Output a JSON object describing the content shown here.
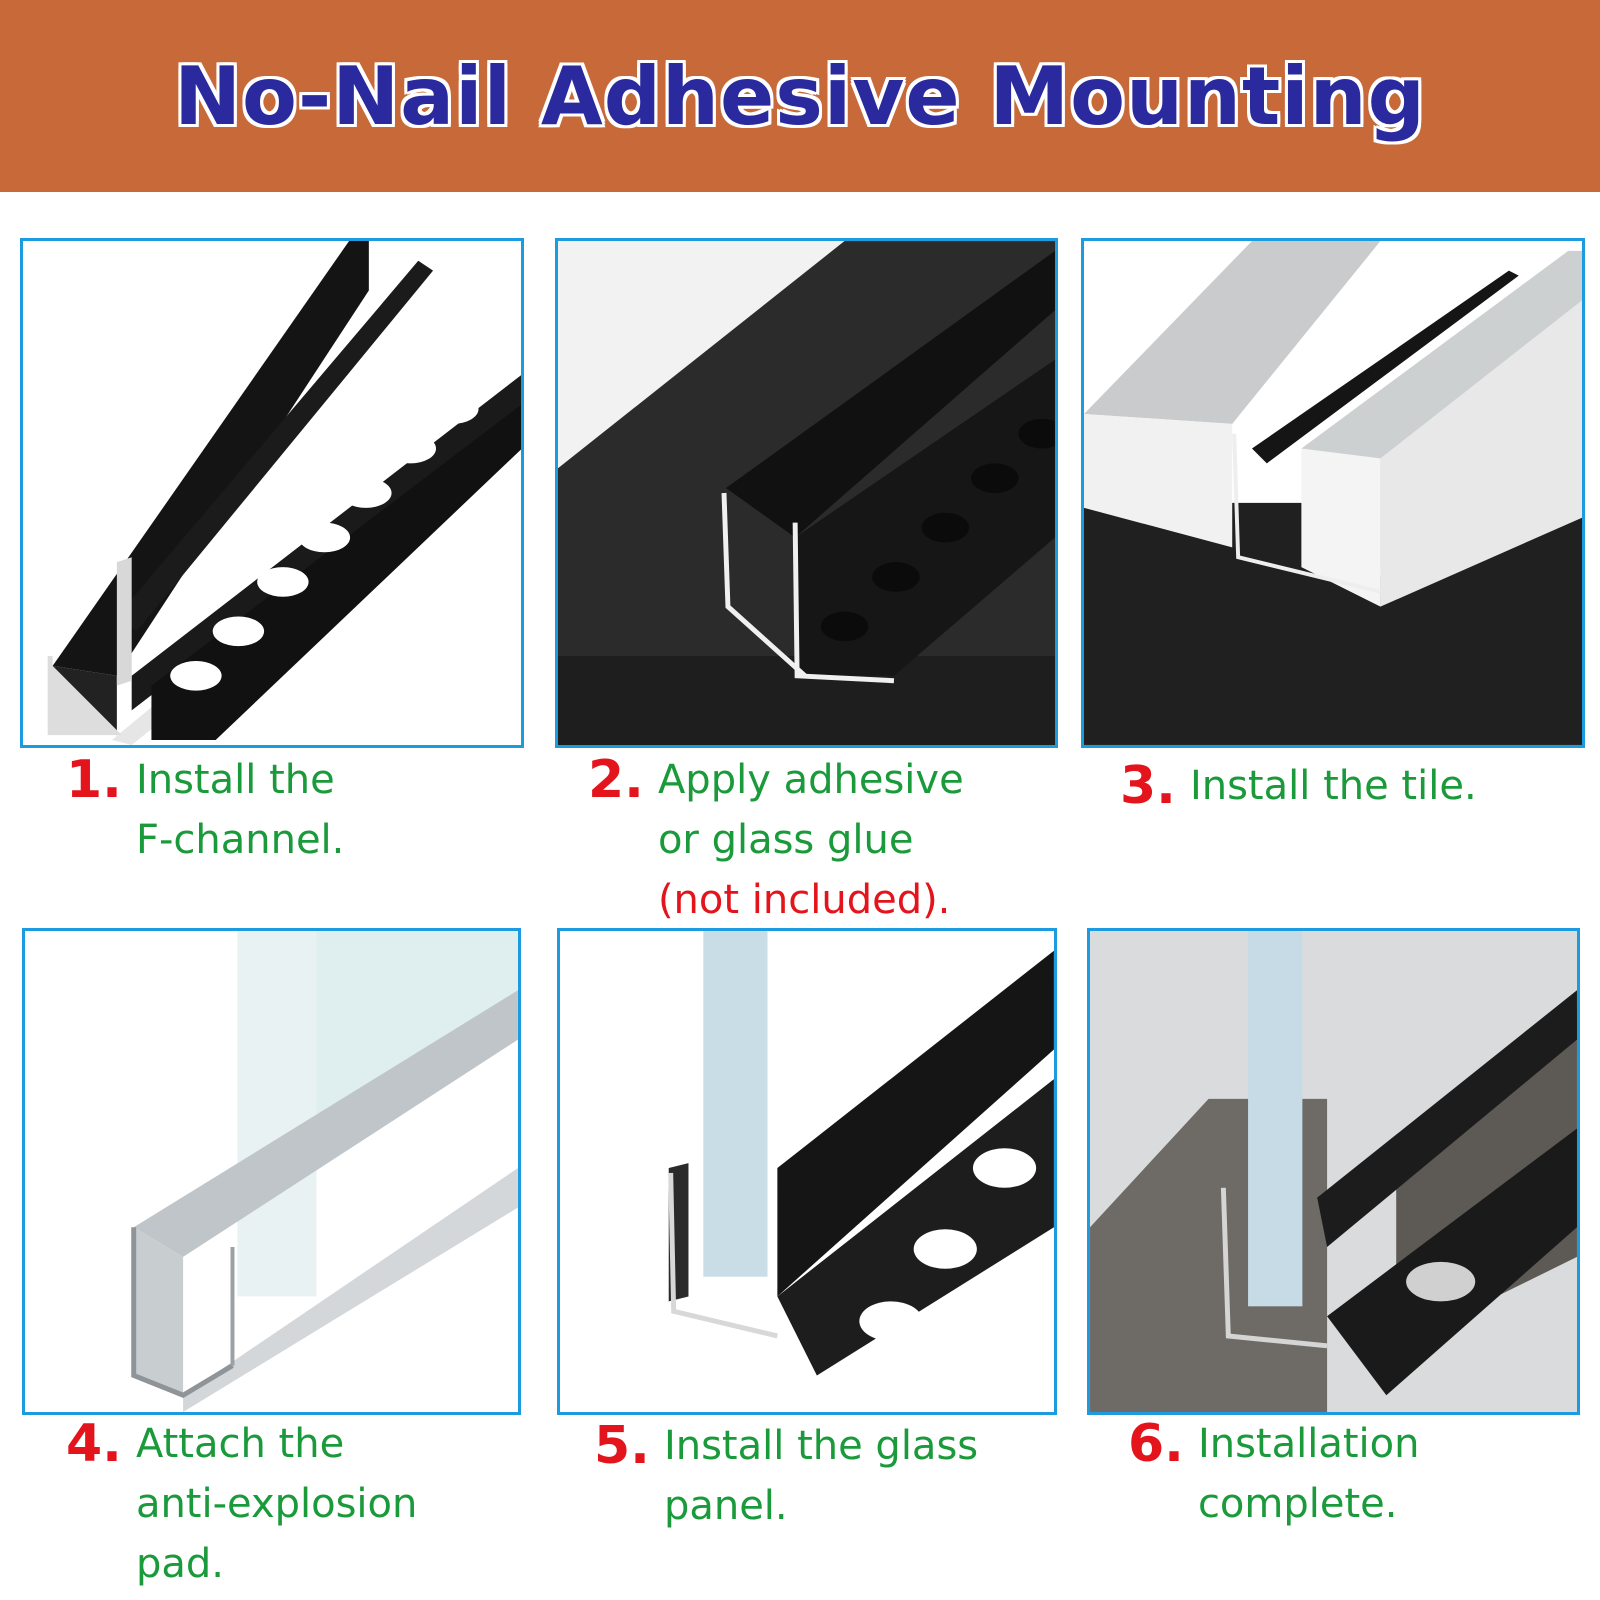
{
  "title": "No-Nail Adhesive Mounting",
  "colors": {
    "banner": "#c8693a",
    "title": "#2a2a9e",
    "panel_border": "#1c9be0",
    "step_number": "#e4141c",
    "step_text": "#1a9a3a"
  },
  "steps": [
    {
      "number": "1.",
      "text": "Install the\nF-channel.",
      "note": ""
    },
    {
      "number": "2.",
      "text": "Apply adhesive\nor glass glue",
      "note": "(not included)."
    },
    {
      "number": "3.",
      "text": "Install the tile.",
      "note": ""
    },
    {
      "number": "4.",
      "text": "Attach the\nanti-explosion\npad.",
      "note": ""
    },
    {
      "number": "5.",
      "text": "Install the glass\npanel.",
      "note": ""
    },
    {
      "number": "6.",
      "text": "Installation\ncomplete.",
      "note": ""
    }
  ]
}
